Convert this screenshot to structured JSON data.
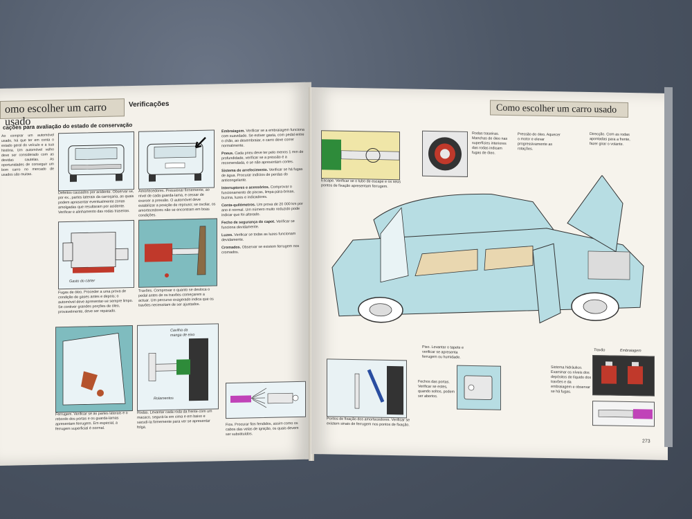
{
  "left_page": {
    "banner": "omo escolher um carro usado",
    "section": "Verificações",
    "subhead": "cações para avaliação do estado de conservação",
    "captions": {
      "accident": "Defeitos causados por acidente. Observar se, por ex., partes laterais da carroçaria, as quais podem apresentar eventualmente zonas amolgadas que resultaram por acidente. Verificar e alinhamento das rodas traseiras.",
      "shocks": "Amortecedores. Pressionar firmemente, ao nível de cada guarda-lama, e cessar de exercer a pressão. O automóvel deve estabilizar a posição de repouso; se oscilar, os amortecedores não se encontram em boas condições.",
      "oil": "Fugas de óleo. Proceder a uma prova de condição de gases antes e depois; o automóvel deve apresentar-se sempre limpo. Se contiver grandes porções de óleo, provavelmente, deve ser reparado.",
      "brakes": "Travões. Comprovar o quanto se desloca o pedal antes de os travões começarem a actuar. Um percurso exagerado indica que os travões necessitam de ser ajustados.",
      "rust": "Ferrugem. Verificar se as partes laterais e o rebordo dos portas e os guarda-lamas apresentam ferrugem. Em especial, a ferrugem superficial é normal.",
      "wheels": "Rodas. Levantar cada roda da frente com um macaco, segurá-la em cima e em baixo e sacudi-la firmemente para ver se apresentar folga.",
      "wires": "Fios. Procurar fios fendidos, assim como os cabos das velas de ignição, os quais devem ser substituídos."
    },
    "fig_labels": {
      "worn": "Gasto do cárter",
      "worn_sleeve": "Cavilha da manga de eixo",
      "bearings": "Rolamentos"
    },
    "mid_column": [
      {
        "head": "Embraiagem.",
        "text": "Verificar se a embraiagem funciona com suavidade. Se estiver gasta, com pedal entre o chão, ao desembraiar, o carro deve correr normalmente."
      },
      {
        "head": "Pneus.",
        "text": "Cada pneu deve ter pelo menos 1 mm de profundidade, verificar se a pressão é a recomendada, e se não apresentam cortes."
      },
      {
        "head": "Sistema de arrefecimento.",
        "text": "Verificar se há fugas de água. Procurar indícios de perdas do anticongelante."
      },
      {
        "head": "Interruptores e acessórios.",
        "text": "Comprovar o funcionamento de piscas, limpa-pára-brisas, buzina, luzes e indicadores."
      },
      {
        "head": "Conta-quilómetros.",
        "text": "Um prova de 20 000 km por ano é normal. Um número muito reduzido pode indicar que foi alterado."
      },
      {
        "head": "Fecho de segurança do capot.",
        "text": "Verificar se funciona devidamente."
      },
      {
        "head": "Luzes.",
        "text": "Verificar se todas as luzes funcionam devidamente."
      },
      {
        "head": "Cromados.",
        "text": "Observar se existem ferrugem nos cromados."
      }
    ],
    "body_text": "Ao comprar um automóvel usado, há que ter em conta o estado geral do veículo e a sua história. Um automóvel velho deve ser considerado com as devidas cautelas. As oportunidades de conseguir um bom carro no mercado de usados são muitas."
  },
  "right_page": {
    "banner": "Como escolher um carro usado",
    "page_number": "273",
    "captions": {
      "exhaust": "Escape. Verificar se o tubo de escape e os seus pontos de fixação apresentam ferrugem.",
      "rear_wheels": "Rodas traseiras. Manchas de óleo nas superfícies interiores das rodas indicam fugas de óleo.",
      "oil_pressure": "Pressão do óleo. Aquecer o motor e elevar progressivamente as rotações.",
      "steering": "Direcção. Com as rodas apontadas para a frente, fazer girar o volante.",
      "floor": "Piso. Levantar o tapete e verificar se apresenta ferrugem ou humidade.",
      "doors": "Fechos das portas. Verificar se estes, quando soltos, podem ser abertos.",
      "mounts": "Pontos de fixação dos amortecedores. Verificar se existem sinais de ferrugem nos pontos de fixação.",
      "hydraulic": "Sistema hidráulico. Examinar os níveis dos depósitos de líquido dos travões e da embraiagem e observar se há fugas."
    },
    "fig_labels": {
      "brake": "Travão",
      "clutch": "Embraiagem"
    }
  },
  "colors": {
    "car": "#b7dde3",
    "banner": "#dcd6c7",
    "accent_red": "#c0392b",
    "green": "#2e8b3a",
    "magenta": "#c043b8"
  }
}
